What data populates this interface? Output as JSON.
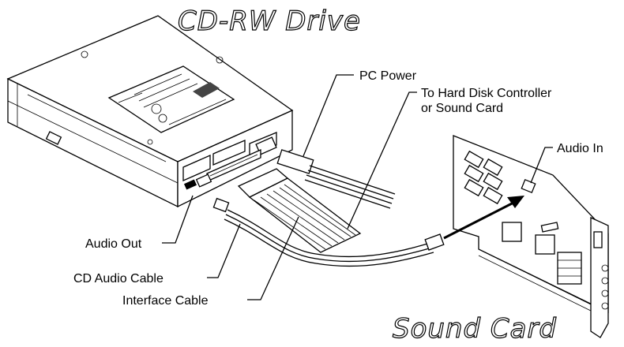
{
  "title_drive": "CD-RW Drive",
  "title_card": "Sound Card",
  "labels": {
    "pc_power": "PC Power",
    "to_hdc_line1": "To Hard Disk Controller",
    "to_hdc_line2": "or Sound Card",
    "audio_in": "Audio In",
    "audio_out": "Audio Out",
    "cd_audio_cable": "CD Audio Cable",
    "interface_cable": "Interface Cable"
  }
}
